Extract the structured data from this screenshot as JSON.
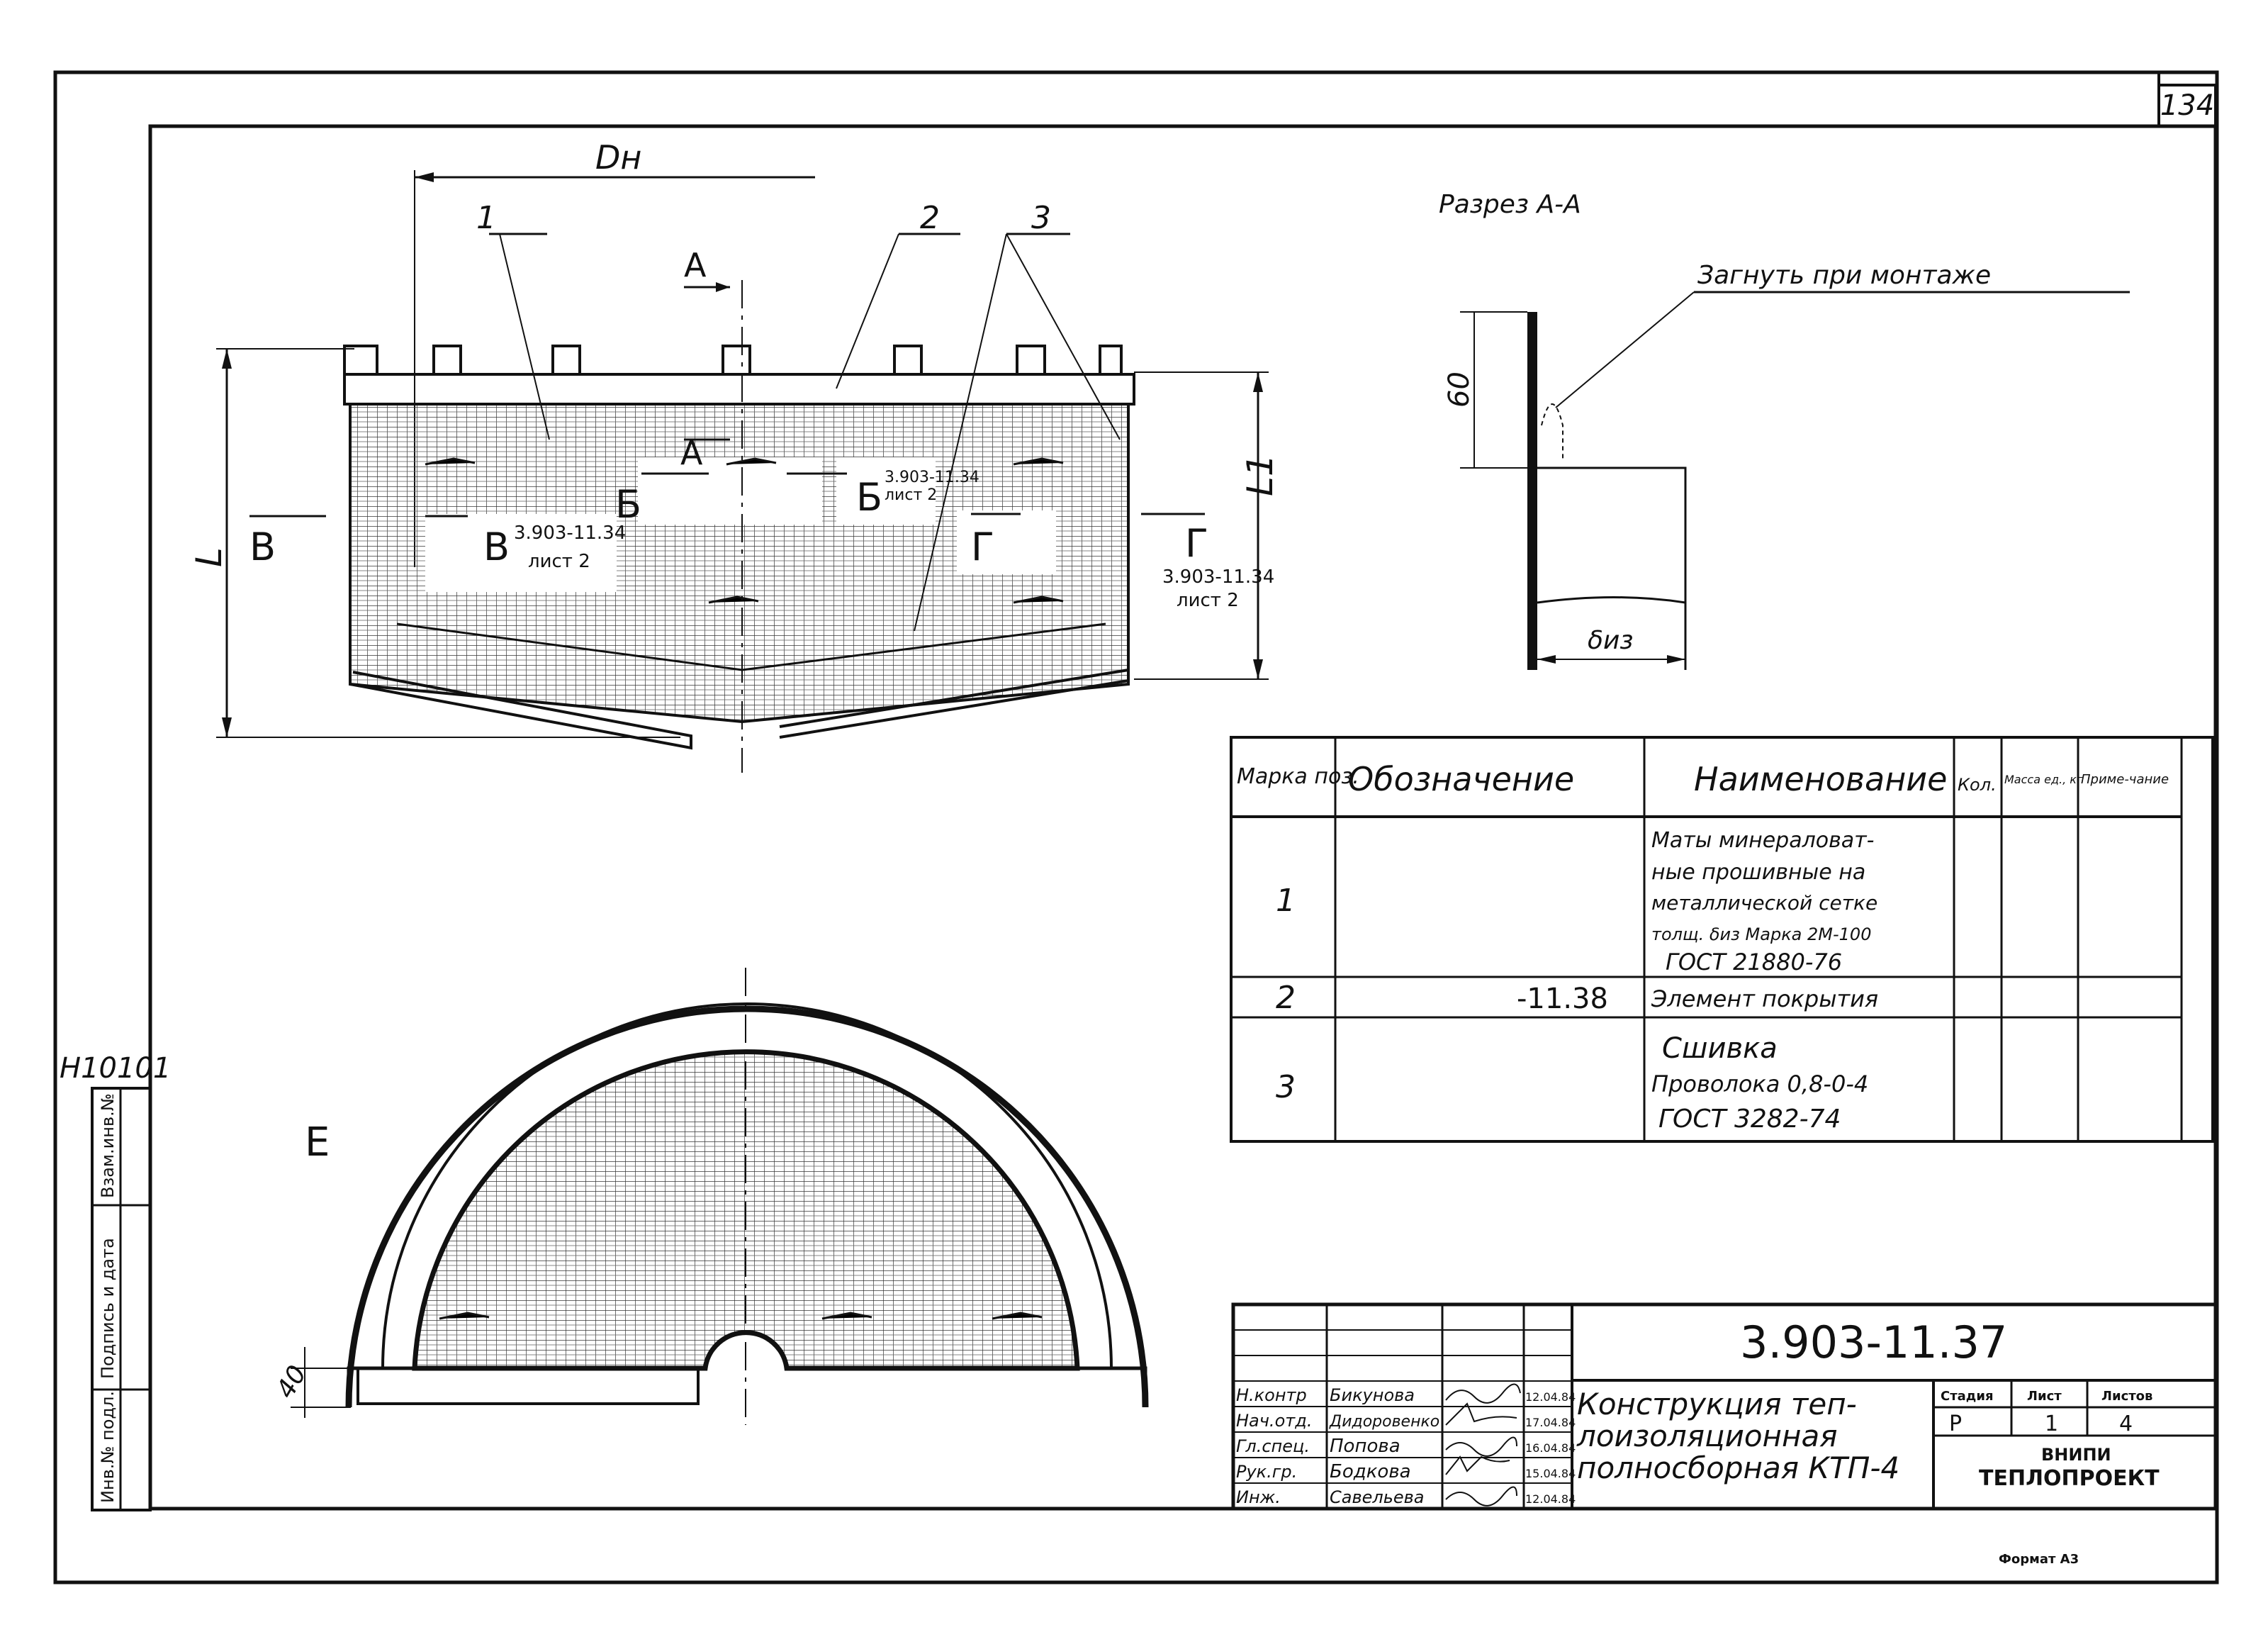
{
  "sheet": {
    "page_number": "134",
    "inventory_code": "H10101",
    "format": "Формат А3"
  },
  "side_stamp": {
    "col1": "Инв.№ подл.",
    "col2": "Подпись и дата",
    "col3": "Взам.инв.№"
  },
  "drawing": {
    "dim_dn": "Dн",
    "dim_L": "L",
    "dim_L1": "L1",
    "pos_1": "1",
    "pos_2": "2",
    "pos_3": "3",
    "sec_A": "A",
    "sec_B": "Б",
    "sec_V": "В",
    "sec_G": "Г",
    "ref_B": "3.903-11.34",
    "ref_B_sheet": "лист 2",
    "ref_V": "3.903-11.34",
    "ref_V_sheet": "лист 2",
    "ref_G": "3.903-11.34",
    "ref_G_sheet": "лист 2",
    "view_E": "Е",
    "dim_40": "40",
    "section_title": "Разрез А-А",
    "bend_note": "Загнуть при монтаже",
    "dim_60": "60",
    "dim_delta": "δиз"
  },
  "spec_table": {
    "headers": [
      "Марка поз.",
      "Обозначение",
      "Наименование",
      "Кол.",
      "Масса ед., кг",
      "Приме-чание"
    ],
    "rows": [
      {
        "pos": "1",
        "designation": "",
        "name_lines": [
          "Маты минераловат-",
          "ные прошивные на",
          "металлической сетке",
          "толщ. δиз Марка 2М-100",
          "ГОСТ 21880-76"
        ]
      },
      {
        "pos": "2",
        "designation": "-11.38",
        "name_lines": [
          "Элемент покрытия"
        ]
      },
      {
        "pos": "3",
        "designation": "",
        "name_lines": [
          "Сшивка",
          "Проволока 0,8-0-4",
          "ГОСТ 3282-74"
        ]
      }
    ]
  },
  "title_block": {
    "doc_code": "3.903-11.37",
    "title_lines": [
      "Конструкция теп-",
      "лоизоляционная",
      "полносборная КТП-4"
    ],
    "stage_label": "Стадия",
    "sheet_label": "Лист",
    "sheets_label": "Листов",
    "stage": "Р",
    "sheet": "1",
    "sheets": "4",
    "org_lines": [
      "ВНИПИ",
      "ТЕПЛОПРОЕКТ"
    ],
    "signers": [
      {
        "role": "Н.контр",
        "name": "Бикунова",
        "date": "12.04.84"
      },
      {
        "role": "Нач.отд.",
        "name": "Дидоровенко",
        "date": "17.04.84"
      },
      {
        "role": "Гл.спец.",
        "name": "Попова",
        "date": "16.04.84"
      },
      {
        "role": "Рук.гр.",
        "name": "Бодкова",
        "date": "15.04.84"
      },
      {
        "role": "Инж.",
        "name": "Савельева",
        "date": "12.04.84"
      }
    ]
  }
}
